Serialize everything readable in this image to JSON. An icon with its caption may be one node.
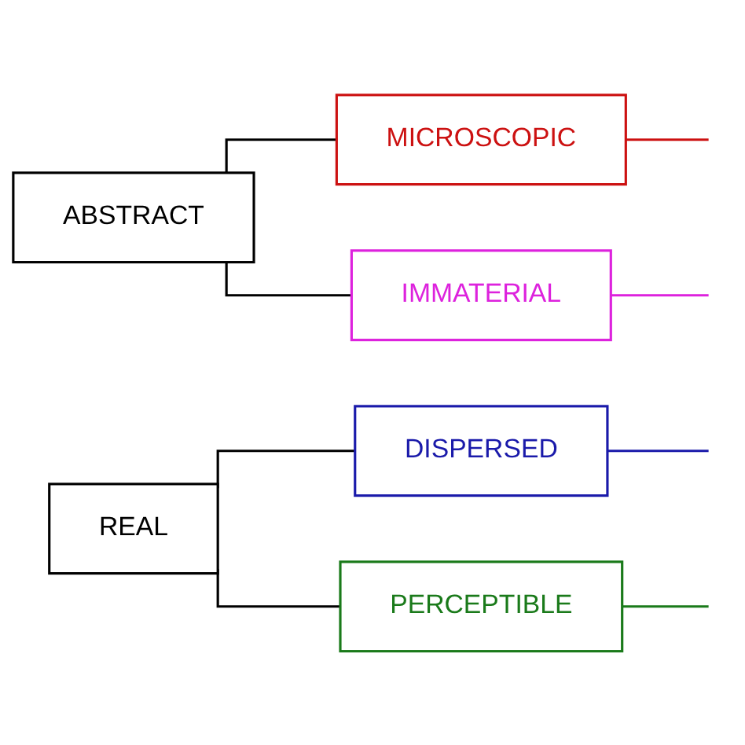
{
  "diagram": {
    "nodes": [
      {
        "text": [
          "ABSTRACT"
        ]
      },
      {
        "text": [
          "MICROSCOPIC"
        ]
      },
      {
        "text": [
          "IMMATERIAL"
        ]
      },
      {
        "text": [
          "REAL"
        ]
      },
      {
        "text": [
          "DISPERSED"
        ]
      },
      {
        "text": [
          "PERCEPTIBLE"
        ]
      }
    ],
    "edges": [
      {
        "from": 0,
        "to": 1,
        "arrow": "none"
      },
      {
        "from": 0,
        "to": 2,
        "arrow": "none"
      },
      {
        "from": 1,
        "to": null,
        "arrow": "none",
        "color": "#cc1111"
      },
      {
        "from": 2,
        "to": null,
        "arrow": "none",
        "color": "#dd22dd"
      },
      {
        "from": 3,
        "to": 4,
        "arrow": "none"
      },
      {
        "from": 3,
        "to": 5,
        "arrow": "none"
      },
      {
        "from": 4,
        "to": null,
        "arrow": "none",
        "color": "#1a1aaa"
      },
      {
        "from": 5,
        "to": null,
        "arrow": "none",
        "color": "#1a7a1a"
      }
    ]
  }
}
